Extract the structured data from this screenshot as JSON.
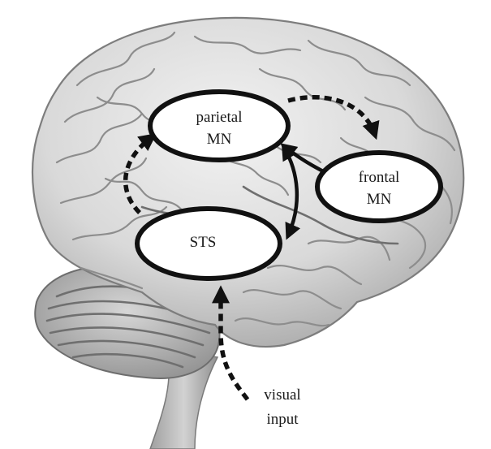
{
  "nodes": {
    "parietal": {
      "line1": "parietal",
      "line2": "MN"
    },
    "frontal": {
      "line1": "frontal",
      "line2": "MN"
    },
    "sts": {
      "line1": "STS"
    }
  },
  "input": {
    "line1": "visual",
    "line2": "input"
  }
}
